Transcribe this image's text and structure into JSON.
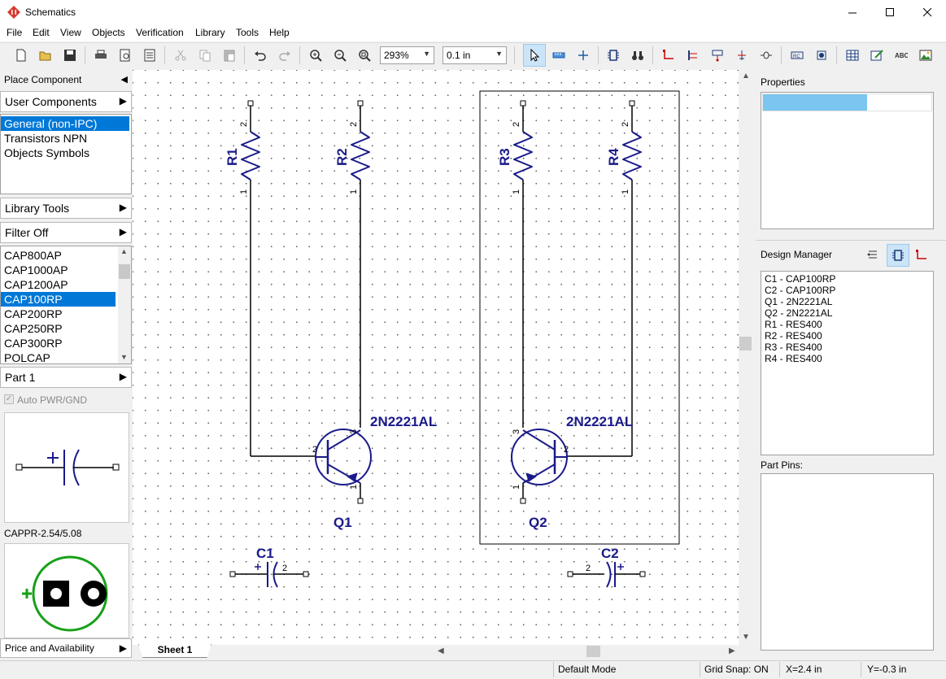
{
  "window": {
    "title": "Schematics"
  },
  "menu": [
    "File",
    "Edit",
    "View",
    "Objects",
    "Verification",
    "Library",
    "Tools",
    "Help"
  ],
  "toolbar": {
    "zoom": "293%",
    "grid": "0.1 in"
  },
  "left_panel": {
    "place_component": "Place Component",
    "user_components": "User Components",
    "categories": [
      "General (non-IPC)",
      "Transistors NPN",
      "Objects Symbols"
    ],
    "selected_category": 0,
    "library_tools": "Library Tools",
    "filter": "Filter Off",
    "components": [
      "CAP800AP",
      "CAP1000AP",
      "CAP1200AP",
      "CAP100RP",
      "CAP200RP",
      "CAP250RP",
      "CAP300RP",
      "POLCAP"
    ],
    "selected_component": 3,
    "part": "Part 1",
    "auto_pwr": "Auto PWR/GND",
    "footprint_name": "CAPPR-2.54/5.08",
    "price": "Price and Availability"
  },
  "schematic": {
    "refs": {
      "r1": "R1",
      "r2": "R2",
      "r3": "R3",
      "r4": "R4",
      "q1": "Q1",
      "q2": "Q2",
      "c1": "C1",
      "c2": "C2"
    },
    "values": {
      "q1": "2N2221AL",
      "q2": "2N2221AL"
    },
    "pins": {
      "one": "1",
      "two": "2",
      "three": "3"
    },
    "sheet_tab": "Sheet 1"
  },
  "right_panel": {
    "properties": "Properties",
    "properties_progress": 0.62,
    "design_manager": "Design Manager",
    "dm_items": [
      "C1 - CAP100RP",
      "C2 - CAP100RP",
      "Q1 - 2N2221AL",
      "Q2 - 2N2221AL",
      "R1 - RES400",
      "R2 - RES400",
      "R3 - RES400",
      "R4 - RES400"
    ],
    "part_pins": "Part Pins:"
  },
  "status": {
    "mode": "Default Mode",
    "grid_snap": "Grid Snap: ON",
    "x": "X=2.4 in",
    "y": "Y=-0.3 in"
  },
  "colors": {
    "wire": "#1a1a1a",
    "component": "#1a1a8a",
    "selection": "#0078d7",
    "footprint_green": "#18a018"
  }
}
